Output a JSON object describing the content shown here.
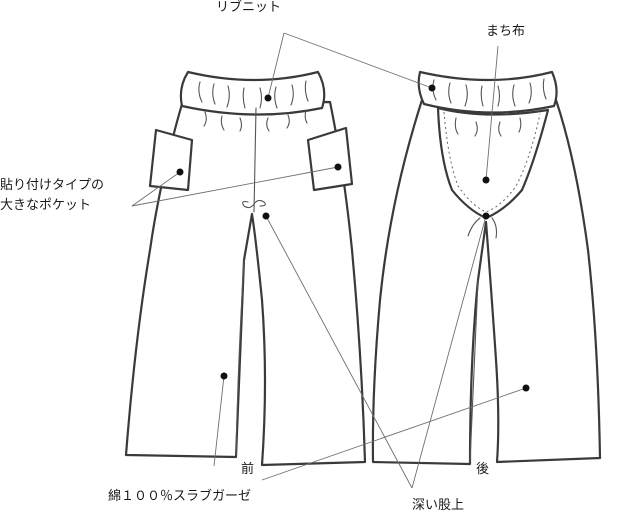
{
  "labels": {
    "rib_knit": "リブニット",
    "gusset": "まち布",
    "pocket_line1": "貼り付けタイプの",
    "pocket_line2": "大きなポケット",
    "front": "前",
    "back": "後",
    "fabric": "綿１００％スラブガーゼ",
    "deep_rise": "深い股上"
  }
}
